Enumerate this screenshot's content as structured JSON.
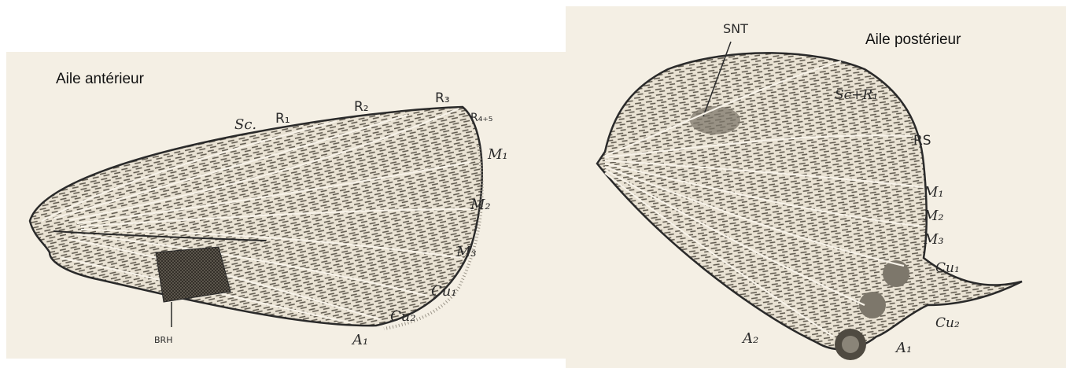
{
  "figures": [
    {
      "caption": "Aile antérieur",
      "labels": {
        "sc": "Sc.",
        "r1": "R₁",
        "r2": "R₂",
        "r3": "R₃",
        "r45": "R₄₊₅",
        "m1": "M₁",
        "m2": "M₂",
        "m3": "M₃",
        "cu1": "Cu₁",
        "cu2": "Cu₂",
        "a1": "A₁",
        "brh": "BRH"
      }
    },
    {
      "caption": "Aile postérieur",
      "labels": {
        "snt": "SNT",
        "scr1": "Sc+R₁",
        "rs": "RS",
        "m1": "M₁",
        "m2": "M₂",
        "m3": "M₃",
        "cu1": "Cu₁",
        "cu2": "Cu₂",
        "a1": "A₁",
        "a2": "A₂"
      }
    }
  ],
  "colors": {
    "paper": "#f4efe4",
    "ink": "#2a2a2a"
  }
}
